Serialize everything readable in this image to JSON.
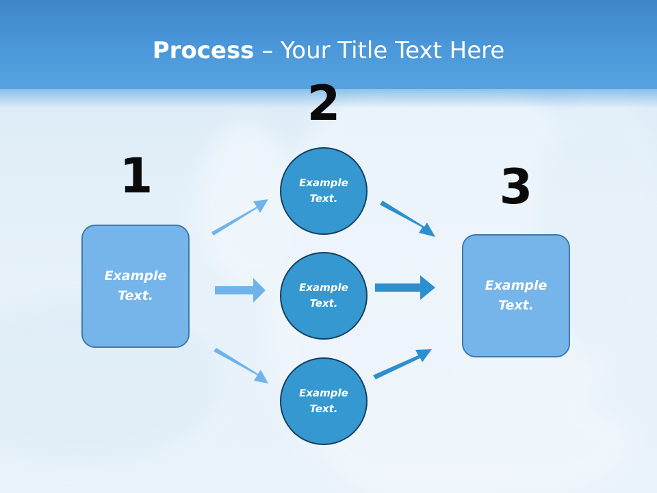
{
  "slide": {
    "title_bold": "Process",
    "title_rest": " – Your Title Text Here"
  },
  "steps": {
    "step1": {
      "number": "1",
      "text": "Example\nText."
    },
    "step2": {
      "number": "2"
    },
    "step3": {
      "number": "3",
      "text": "Example\nText."
    }
  },
  "circles": [
    {
      "text": "Example\nText."
    },
    {
      "text": "Example\nText."
    },
    {
      "text": "Example\nText."
    }
  ],
  "colors": {
    "header": "#4b98da",
    "box_fill": "#75b5ea",
    "circle_fill": "#3598d0",
    "arrow_light": "#6fb3ea",
    "arrow_dark": "#2e8fcf"
  }
}
